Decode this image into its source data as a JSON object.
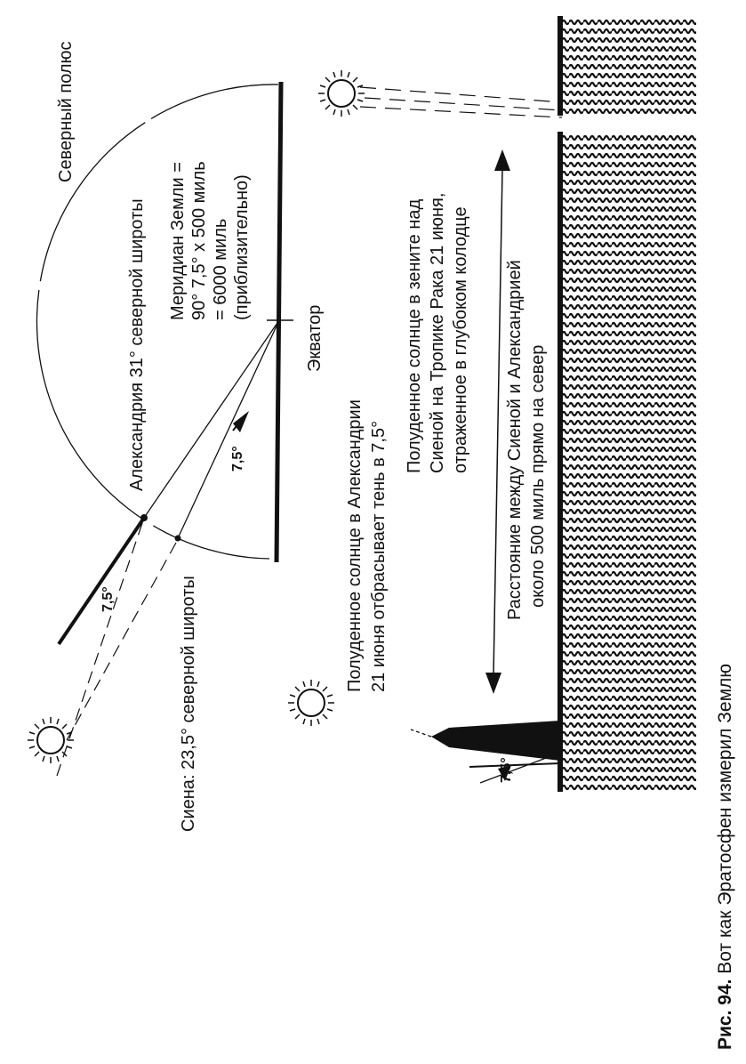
{
  "labels": {
    "north_pole": "Северный полюс",
    "alexandria_lat": "Александрия  31° северной широты",
    "meridian_line1": "Меридиан Земли =",
    "meridian_line2": "90° 7,5° x 500 миль",
    "meridian_line3": "= 6000 миль",
    "meridian_line4": "(приблизительно)",
    "equator": "Экватор",
    "angle_center": "7,5°",
    "angle_outer": "7,5°",
    "angle_ground": "7,5°",
    "syene_lat": "Сиена: 23,5° северной широты",
    "noon_alex_line1": "Полуденное солнце в Александрии",
    "noon_alex_line2": "21 июня отбрасывает тень в 7,5°",
    "noon_syene_line1": "Полуденное солнце в зените над",
    "noon_syene_line2": "Сиеной на Тропике Рака 21 июня,",
    "noon_syene_line3": "отраженное в глубоком колодце",
    "distance_line1": "Расстояние между Сиеной и Александрией",
    "distance_line2": "около 500 миль прямо на север"
  },
  "caption": {
    "number": "Рис. 94.",
    "text": " Вот как Эратосфен измерил Землю"
  }
}
